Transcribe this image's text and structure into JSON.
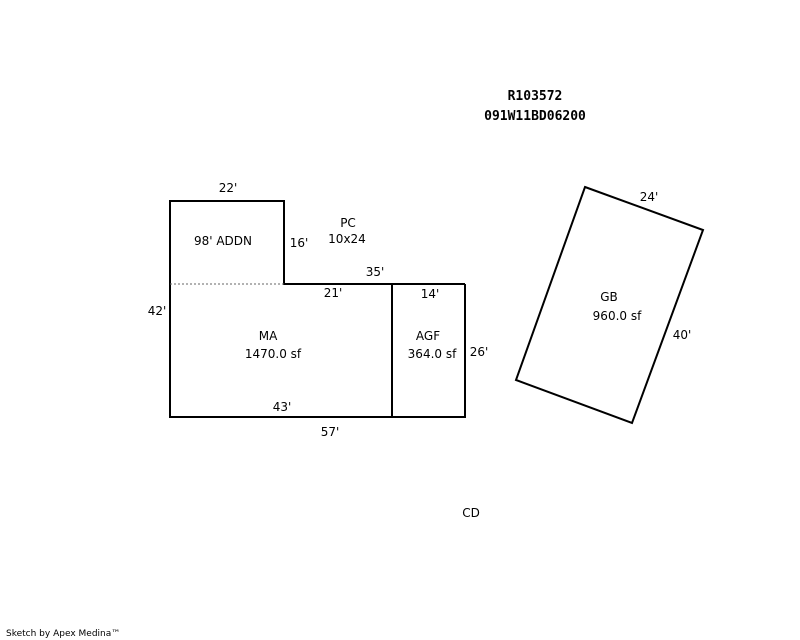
{
  "header": {
    "record_id": "R103572",
    "parcel_number": "091W11BD06200"
  },
  "areas": {
    "addition": {
      "code": "98' ADDN"
    },
    "porch": {
      "code": "PC",
      "size": "10x24"
    },
    "main": {
      "code": "MA",
      "area": "1470.0 sf"
    },
    "garage_attached": {
      "code": "AGF",
      "area": "364.0 sf"
    },
    "garage_detached": {
      "code": "GB",
      "area": "960.0 sf"
    },
    "cd": {
      "code": "CD"
    }
  },
  "dimensions": {
    "addn_top": "22'",
    "addn_right": "16'",
    "main_top_segment": "35'",
    "main_inner_top": "21'",
    "main_left": "42'",
    "main_bottom_inner": "43'",
    "overall_bottom": "57'",
    "agf_top": "14'",
    "agf_right": "26'",
    "gb_top": "24'",
    "gb_right": "40'"
  },
  "footer": {
    "credit": "Sketch by Apex Medina™"
  }
}
